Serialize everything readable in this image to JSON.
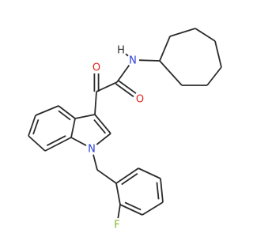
{
  "molecule": {
    "atoms": {
      "N_amide": {
        "symbol": "N",
        "element": "N"
      },
      "H_amide": {
        "symbol": "H",
        "element": "H"
      },
      "O_ketone": {
        "symbol": "O",
        "element": "O"
      },
      "O_amide": {
        "symbol": "O",
        "element": "O"
      },
      "N_indole": {
        "symbol": "N",
        "element": "N"
      },
      "F": {
        "symbol": "F",
        "element": "F"
      }
    }
  },
  "colors": {
    "bond": "#2b2b2b",
    "N": "#2a3fd6",
    "O": "#e0241b",
    "F": "#86b62b",
    "H": "#2b2b2b"
  }
}
